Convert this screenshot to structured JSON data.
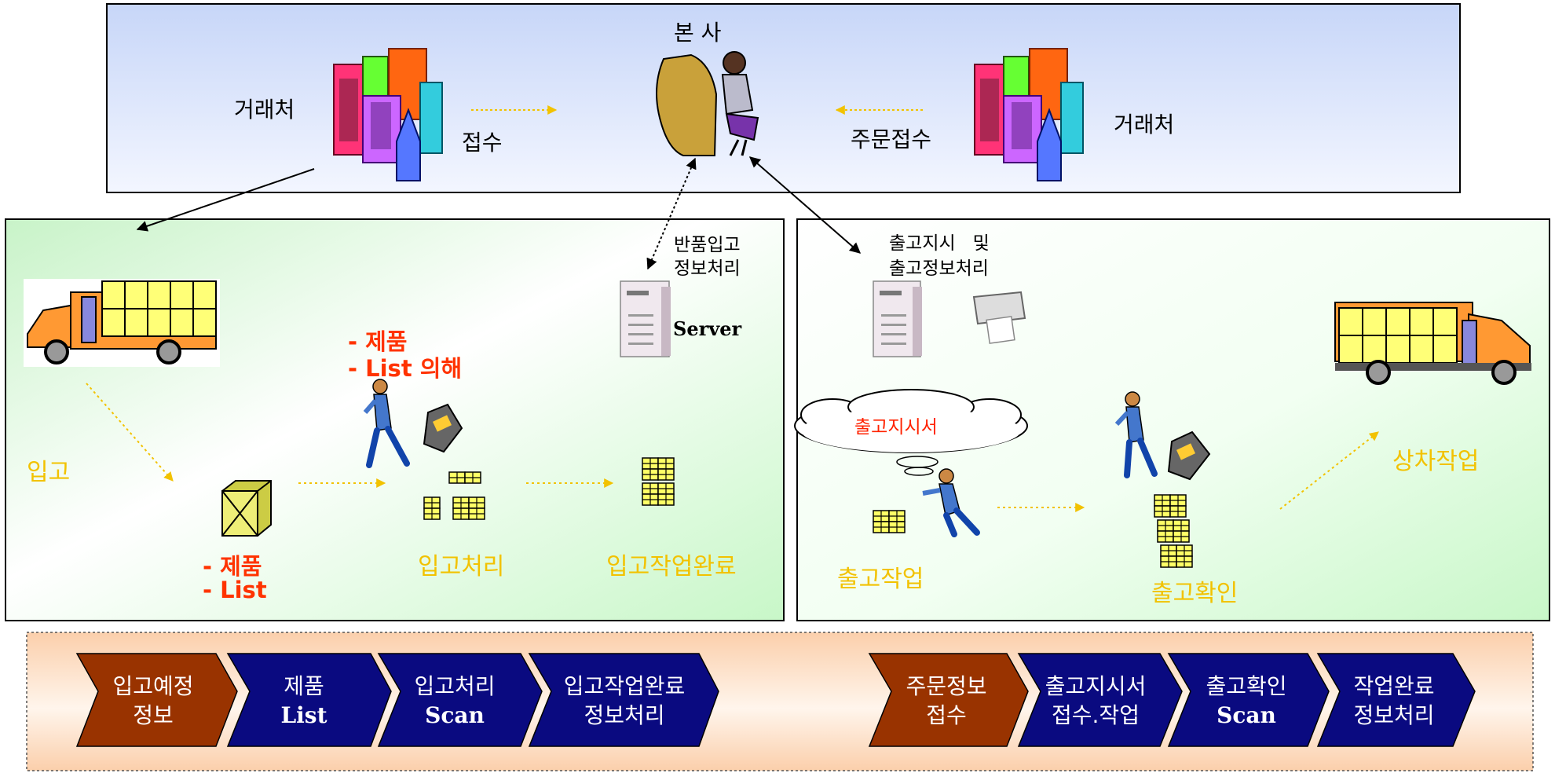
{
  "hq": {
    "title": "본 사",
    "left_client": "거래처",
    "left_action": "접수",
    "right_action": "주문접수",
    "right_client": "거래처"
  },
  "inbound": {
    "return_info": [
      "반품입고",
      "정보처리"
    ],
    "server_label": "Server",
    "scan_note": [
      "- 제품",
      "- List 의해"
    ],
    "arrival_label": "입고",
    "box_note": [
      "- 제품",
      "- List"
    ],
    "process_label": "입고처리",
    "complete_label": "입고작업완료"
  },
  "outbound": {
    "order_info": [
      "출고지시   및",
      "출고정보처리"
    ],
    "cloud_text": "출고지시서",
    "work_label": "출고작업",
    "confirm_label": "출고확인",
    "loading_label": "상차작업"
  },
  "process_flow": {
    "inbound_steps": [
      {
        "line1": "입고예정",
        "line2": "정보",
        "color": "#993300"
      },
      {
        "line1": "제품",
        "line2": "List",
        "color": "#0a0a80"
      },
      {
        "line1": "입고처리",
        "line2": "Scan",
        "color": "#0a0a80"
      },
      {
        "line1": "입고작업완료",
        "line2": "정보처리",
        "color": "#0a0a80"
      }
    ],
    "outbound_steps": [
      {
        "line1": "주문정보",
        "line2": "접수",
        "color": "#993300"
      },
      {
        "line1": "출고지시서",
        "line2": "접수.작업",
        "color": "#0a0a80"
      },
      {
        "line1": "출고확인",
        "line2": "Scan",
        "color": "#0a0a80"
      },
      {
        "line1": "작업완료",
        "line2": "정보처리",
        "color": "#0a0a80"
      }
    ]
  },
  "colors": {
    "hq_panel_top": "#c7d6f8",
    "hq_panel_bottom": "#eef2ff",
    "green_panel": "#ccf5cc",
    "flow_band": "#fbd3b3",
    "brown_step": "#993300",
    "navy_step": "#0a0a80",
    "yellow_text": "#f2c200",
    "red_text": "#ff3300"
  }
}
